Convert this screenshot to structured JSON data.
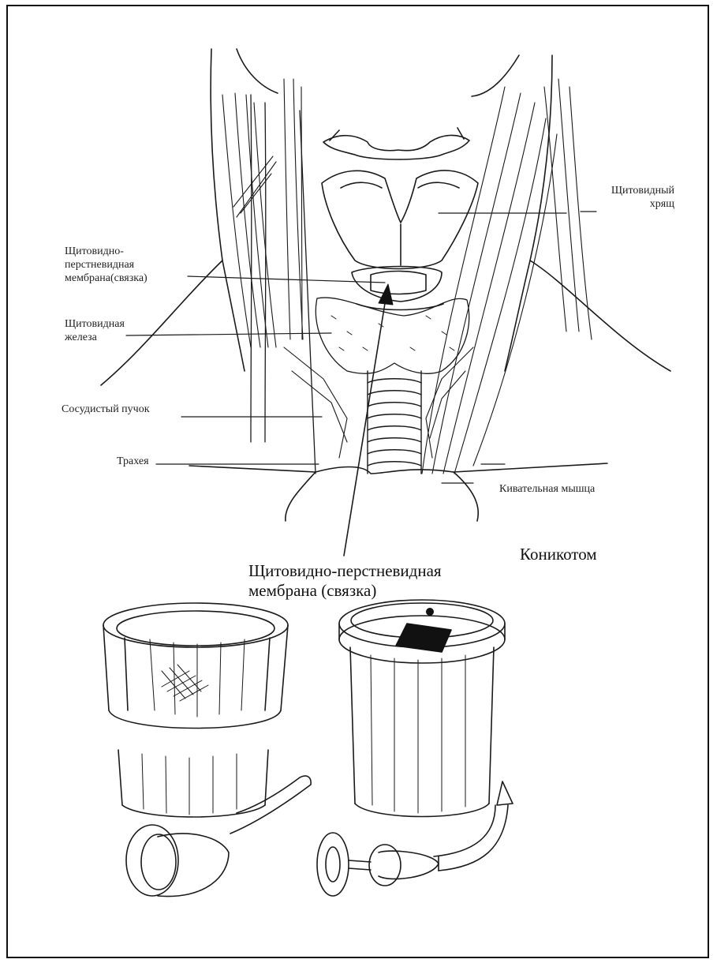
{
  "figure": {
    "labels": {
      "thyroid_cartilage": "Щитовидный\nхрящ",
      "cricothyroid_membrane_small": "Щитовидно-\nперстневидная\nмембрана(связка)",
      "thyroid_gland": "Щитовидная\nжелеза",
      "vascular_bundle": "Сосудистый пучок",
      "trachea": "Трахея",
      "sternocleidomastoid": "Кивательная мышца",
      "cricothyroid_membrane_large": "Щитовидно-перстневидная\nмембрана (связка)",
      "conicotome": "Коникотом"
    }
  },
  "colors": {
    "ink": "#111111",
    "background": "#ffffff"
  }
}
